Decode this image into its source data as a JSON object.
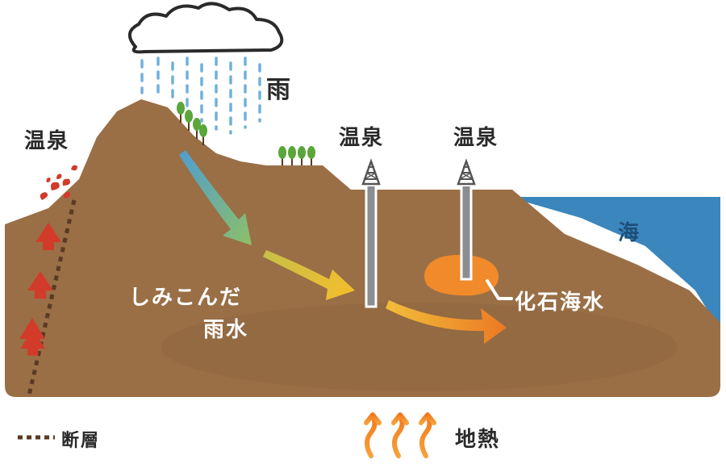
{
  "labels": {
    "onsen_left": "温泉",
    "rain": "雨",
    "onsen_mid": "温泉",
    "onsen_right": "温泉",
    "sea": "海",
    "seeping_line1": "しみこんだ",
    "seeping_line2": "雨水",
    "fossil_seawater": "化石海水",
    "fault": "断層",
    "geothermal": "地熱"
  },
  "colors": {
    "ground": "#9a6f46",
    "sea": "#3b86bd",
    "rain": "#6fb1dc",
    "hot_spring_red": "#d23a2a",
    "fossil_orange": "#f08a2a",
    "derrick": "#8a8d92",
    "fault": "#5a3a22",
    "tree": "#5aa63a"
  }
}
